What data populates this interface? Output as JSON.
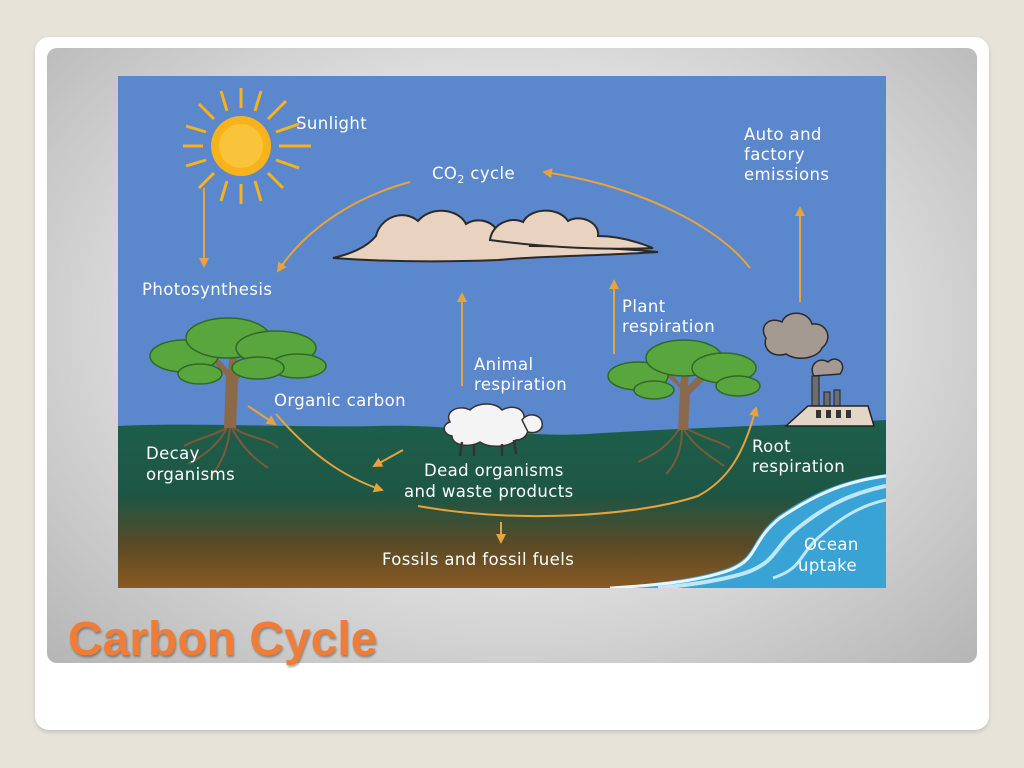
{
  "slide": {
    "title": "Carbon Cycle",
    "title_color": "#ef7d37"
  },
  "diagram": {
    "labels": {
      "sunlight": "Sunlight",
      "co2_cycle_prefix": "CO",
      "co2_cycle_sub": "2",
      "co2_cycle_suffix": " cycle",
      "auto_line1": "Auto  and",
      "auto_line2": "factory",
      "auto_line3": "emissions",
      "photosynthesis": "Photosynthesis",
      "plant_resp_line1": "Plant",
      "plant_resp_line2": "respiration",
      "animal_resp_line1": "Animal",
      "animal_resp_line2": "respiration",
      "organic_carbon": "Organic  carbon",
      "decay_line1": "Decay",
      "decay_line2": "organisms",
      "dead_line1": "Dead  organisms",
      "dead_line2": "and  waste  products",
      "root_line1": "Root",
      "root_line2": "respiration",
      "fossils": "Fossils  and  fossil  fuels",
      "ocean_line1": "Ocean",
      "ocean_line2": "uptake"
    },
    "colors": {
      "sky": "#5b87cc",
      "ground": "#1d5a4a",
      "soil": "#7a5424",
      "ocean": "#3aa3d6",
      "sun": "#f7b21c",
      "arrow": "#e8a33c",
      "cloud": "#e9d2bf",
      "foliage": "#5aa63e"
    },
    "icons": [
      "sun-icon",
      "cloud-icon",
      "tree-icon",
      "sheep-icon",
      "factory-icon"
    ]
  }
}
